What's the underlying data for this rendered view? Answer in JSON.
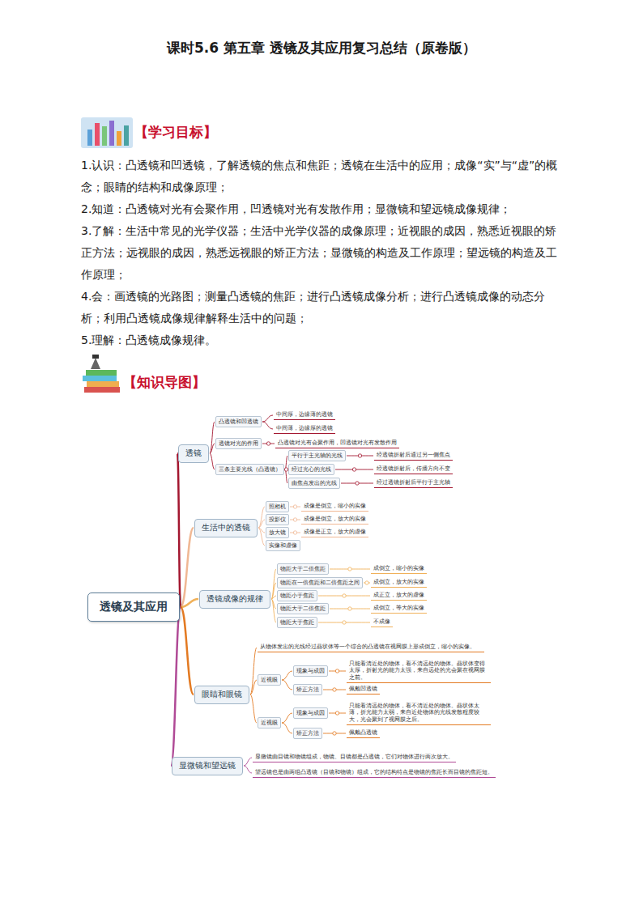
{
  "diagram": {
    "title": "课时5.6 第五章 透镜及其应用复习总结（原卷版）",
    "nodes": [
      {
        "text": [
          "透镜及其应用"
        ]
      },
      {
        "text": [
          "透镜"
        ]
      },
      {
        "text": [
          "凸透镜和凹透镜"
        ]
      },
      {
        "text": [
          "中间厚，边缘薄的透镜"
        ]
      },
      {
        "text": [
          "中间薄，边缘厚的透镜"
        ]
      },
      {
        "text": [
          "透镜对光的作用"
        ]
      },
      {
        "text": [
          "凸透镜对光有会聚作用，凹透镜对光有发散作用"
        ]
      },
      {
        "text": [
          "三条主要光线（凸透镜）"
        ]
      },
      {
        "text": [
          "平行于主光轴的光线"
        ]
      },
      {
        "text": [
          "经透镜折射后通过另一侧焦点"
        ]
      },
      {
        "text": [
          "经过光心的光线"
        ]
      },
      {
        "text": [
          "经透镜折射后，传播方向不变"
        ]
      },
      {
        "text": [
          "由焦点发出的光线"
        ]
      },
      {
        "text": [
          "经过透镜折射后平行于主光轴"
        ]
      },
      {
        "text": [
          "生活中的透镜"
        ]
      },
      {
        "text": [
          "照相机"
        ]
      },
      {
        "text": [
          "成像是倒立，缩小的实像"
        ]
      },
      {
        "text": [
          "投影仪"
        ]
      },
      {
        "text": [
          "成像是倒立，放大的实像"
        ]
      },
      {
        "text": [
          "放大镜"
        ]
      },
      {
        "text": [
          "成像是正立，放大的虚像"
        ]
      },
      {
        "text": [
          "实像和虚像"
        ]
      },
      {
        "text": [
          "透镜成像的规律"
        ]
      },
      {
        "text": [
          "物距大于二倍焦距"
        ]
      },
      {
        "text": [
          "成倒立，缩小的实像"
        ]
      },
      {
        "text": [
          "物距在一倍焦距和二倍焦距之间"
        ]
      },
      {
        "text": [
          "成倒立，放大的实像"
        ]
      },
      {
        "text": [
          "物距小于焦距"
        ]
      },
      {
        "text": [
          "成正立，放大的虚像"
        ]
      },
      {
        "text": [
          "物距大于二倍焦距"
        ]
      },
      {
        "text": [
          "成倒立，等大的实像"
        ]
      },
      {
        "text": [
          "物距大于焦距"
        ]
      },
      {
        "text": [
          "不成像"
        ]
      },
      {
        "text": [
          "眼睛和眼镜"
        ]
      },
      {
        "text": [
          "从物体发出的光线经过晶状体等一个综合的凸透镜在视网膜上形成倒立，缩小的实像。"
        ]
      },
      {
        "text": [
          "近视眼"
        ]
      },
      {
        "text": [
          "现象与成因"
        ]
      },
      {
        "text": [
          "只能看清近处的物体，看不清远处的物体。晶状体变得太厚，折射光的能力太强，来自远处的光会聚在视网膜之前。"
        ]
      },
      {
        "text": [
          "矫正方法"
        ]
      },
      {
        "text": [
          "佩戴凹透镜"
        ]
      },
      {
        "text": [
          "近视眼"
        ]
      },
      {
        "text": [
          "现象与成因"
        ]
      },
      {
        "text": [
          "只能看清远处的物体，看不清近处的物体。晶状体太薄，折光能力太弱，来自近处物体的光线发散程度较大，光会聚到了视网膜之后。"
        ]
      },
      {
        "text": [
          "矫正方法"
        ]
      },
      {
        "text": [
          "佩戴凸透镜"
        ]
      },
      {
        "text": [
          "显微镜和望远镜"
        ]
      },
      {
        "text": [
          "显微镜由目镜和物镜组成，物镜、目镜都是凸透镜，它们对物体进行两次放大。"
        ]
      },
      {
        "text": [
          "望远镜也是由两组凸透镜（目镜和物镜）组成，它的结构特点是物镜的焦距长而目镜的焦距短。"
        ]
      }
    ],
    "edges": [
      {
        "from": 0,
        "to": 1,
        "arrow": "none"
      },
      {
        "from": 0,
        "to": 14,
        "arrow": "none"
      },
      {
        "from": 0,
        "to": 22,
        "arrow": "none"
      },
      {
        "from": 0,
        "to": 33,
        "arrow": "none"
      },
      {
        "from": 0,
        "to": 45,
        "arrow": "none"
      },
      {
        "from": 1,
        "to": 2,
        "arrow": "none"
      },
      {
        "from": 2,
        "to": 3,
        "arrow": "none"
      },
      {
        "from": 2,
        "to": 4,
        "arrow": "none"
      },
      {
        "from": 1,
        "to": 5,
        "arrow": "none"
      },
      {
        "from": 5,
        "to": 6,
        "arrow": "none"
      },
      {
        "from": 1,
        "to": 7,
        "arrow": "none"
      },
      {
        "from": 7,
        "to": 8,
        "arrow": "none"
      },
      {
        "from": 8,
        "to": 9,
        "arrow": "none"
      },
      {
        "from": 7,
        "to": 10,
        "arrow": "none"
      },
      {
        "from": 10,
        "to": 11,
        "arrow": "none"
      },
      {
        "from": 7,
        "to": 12,
        "arrow": "none"
      },
      {
        "from": 12,
        "to": 13,
        "arrow": "none"
      },
      {
        "from": 14,
        "to": 15,
        "arrow": "none"
      },
      {
        "from": 15,
        "to": 16,
        "arrow": "none"
      },
      {
        "from": 14,
        "to": 17,
        "arrow": "none"
      },
      {
        "from": 17,
        "to": 18,
        "arrow": "none"
      },
      {
        "from": 14,
        "to": 19,
        "arrow": "none"
      },
      {
        "from": 19,
        "to": 20,
        "arrow": "none"
      },
      {
        "from": 14,
        "to": 21,
        "arrow": "none"
      },
      {
        "from": 22,
        "to": 23,
        "arrow": "none"
      },
      {
        "from": 23,
        "to": 24,
        "arrow": "none"
      },
      {
        "from": 22,
        "to": 25,
        "arrow": "none"
      },
      {
        "from": 25,
        "to": 26,
        "arrow": "none"
      },
      {
        "from": 22,
        "to": 27,
        "arrow": "none"
      },
      {
        "from": 27,
        "to": 28,
        "arrow": "none"
      },
      {
        "from": 22,
        "to": 29,
        "arrow": "none"
      },
      {
        "from": 29,
        "to": 30,
        "arrow": "none"
      },
      {
        "from": 22,
        "to": 31,
        "arrow": "none"
      },
      {
        "from": 31,
        "to": 32,
        "arrow": "none"
      },
      {
        "from": 33,
        "to": 34,
        "arrow": "none"
      },
      {
        "from": 33,
        "to": 35,
        "arrow": "none"
      },
      {
        "from": 35,
        "to": 36,
        "arrow": "none"
      },
      {
        "from": 36,
        "to": 37,
        "arrow": "none"
      },
      {
        "from": 35,
        "to": 38,
        "arrow": "none"
      },
      {
        "from": 38,
        "to": 39,
        "arrow": "none"
      },
      {
        "from": 33,
        "to": 40,
        "arrow": "none"
      },
      {
        "from": 40,
        "to": 41,
        "arrow": "none"
      },
      {
        "from": 41,
        "to": 42,
        "arrow": "none"
      },
      {
        "from": 40,
        "to": 43,
        "arrow": "none"
      },
      {
        "from": 43,
        "to": 44,
        "arrow": "none"
      },
      {
        "from": 45,
        "to": 46,
        "arrow": "none"
      },
      {
        "from": 45,
        "to": 47,
        "arrow": "none"
      }
    ],
    "labels": [
      "【学习目标】",
      "1.认识：凸透镜和凹透镜，了解透镜的焦点和焦距；透镜在生活中的应用；成像“实”与“虚”的概念；眼睛的结构和成像原理；",
      "2.知道：凸透镜对光有会聚作用，凹透镜对光有发散作用；显微镜和望远镜成像规律；",
      "3.了解：生活中常见的光学仪器；生活中光学仪器的成像原理；近视眼的成因，熟悉近视眼的矫正方法；远视眼的成因，熟悉远视眼的矫正方法；显微镜的构造及工作原理；望远镜的构造及工作原理；",
      "4.会：画透镜的光路图；测量凸透镜的焦距；进行凸透镜成像分析；进行凸透镜成像的动态分析；利用凸透镜成像规律解释生活中的问题；",
      "5.理解：凸透镜成像规律。",
      "【知识导图】"
    ]
  }
}
